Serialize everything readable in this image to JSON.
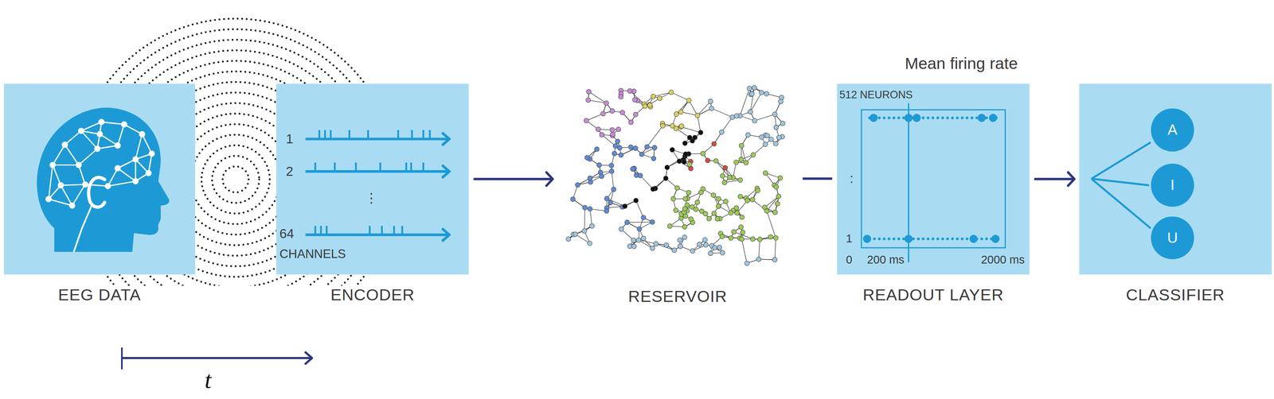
{
  "diagram": {
    "nodes": [
      {
        "text": [
          "EEG DATA"
        ]
      },
      {
        "text": [
          "ENCODER"
        ]
      },
      {
        "text": [
          "RESERVOIR"
        ]
      },
      {
        "text": [
          "READOUT LAYER"
        ]
      },
      {
        "text": [
          "CLASSIFIER"
        ]
      },
      {
        "text": [
          "A"
        ],
        "in": 4
      },
      {
        "text": [
          "I"
        ],
        "in": 4
      },
      {
        "text": [
          "U"
        ],
        "in": 4
      }
    ],
    "edges": [
      {
        "from": 1,
        "to": 2,
        "arrow": "to"
      },
      {
        "from": 2,
        "to": 3,
        "arrow": "none"
      },
      {
        "from": 3,
        "to": 4,
        "arrow": "to"
      }
    ],
    "labels": [
      "1",
      "2",
      "⋮",
      "64",
      "CHANNELS",
      "Mean firing rate",
      "512 NEURONS",
      ":",
      "1",
      "0",
      "200 ms",
      "2000 ms",
      "t"
    ]
  }
}
